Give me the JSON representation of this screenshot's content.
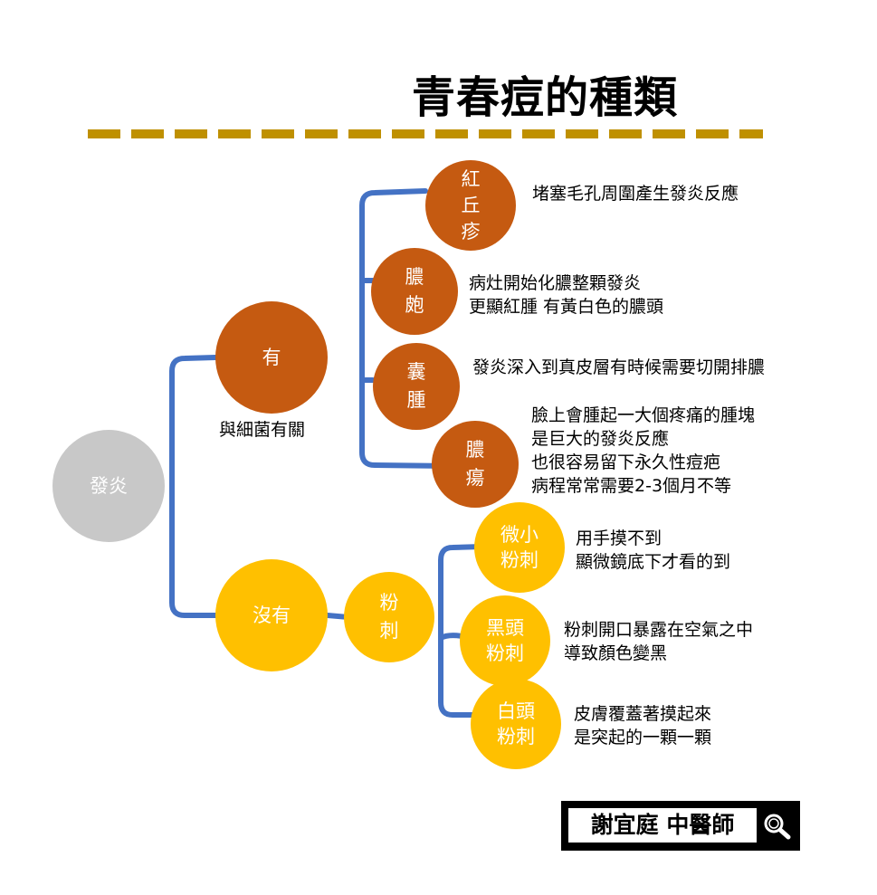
{
  "title": "青春痘的種類",
  "colors": {
    "inflamed": "#c55a11",
    "non_inflamed": "#ffc000",
    "root": "#c8c8c8",
    "connector": "#4472c4",
    "dash": "#bf9000"
  },
  "root": {
    "label": "發炎"
  },
  "yes": {
    "label": "有",
    "note": "與細菌有關"
  },
  "no": {
    "label": "沒有"
  },
  "comedo": {
    "label": "粉\n刺"
  },
  "inflamed": [
    {
      "label": "紅\n丘\n疹",
      "desc": "堵塞毛孔周圍產生發炎反應"
    },
    {
      "label": "膿\n皰",
      "desc": "病灶開始化膿整顆發炎\n更顯紅腫 有黃白色的膿頭"
    },
    {
      "label": "囊\n腫",
      "desc": "發炎深入到真皮層有時候需要切開排膿"
    },
    {
      "label": "膿\n瘍",
      "desc": "臉上會腫起一大個疼痛的腫塊\n是巨大的發炎反應\n也很容易留下永久性痘疤\n病程常常需要2-3個月不等"
    }
  ],
  "comedones": [
    {
      "label": "微小\n粉刺",
      "desc": "用手摸不到\n顯微鏡底下才看的到"
    },
    {
      "label": "黑頭\n粉刺",
      "desc": "粉刺開口暴露在空氣之中\n導致顏色變黑"
    },
    {
      "label": "白頭\n粉刺",
      "desc": "皮膚覆蓋著摸起來\n是突起的一顆一顆"
    }
  ],
  "logo": {
    "text": "謝宜庭 中醫師",
    "icon": "search-icon"
  }
}
